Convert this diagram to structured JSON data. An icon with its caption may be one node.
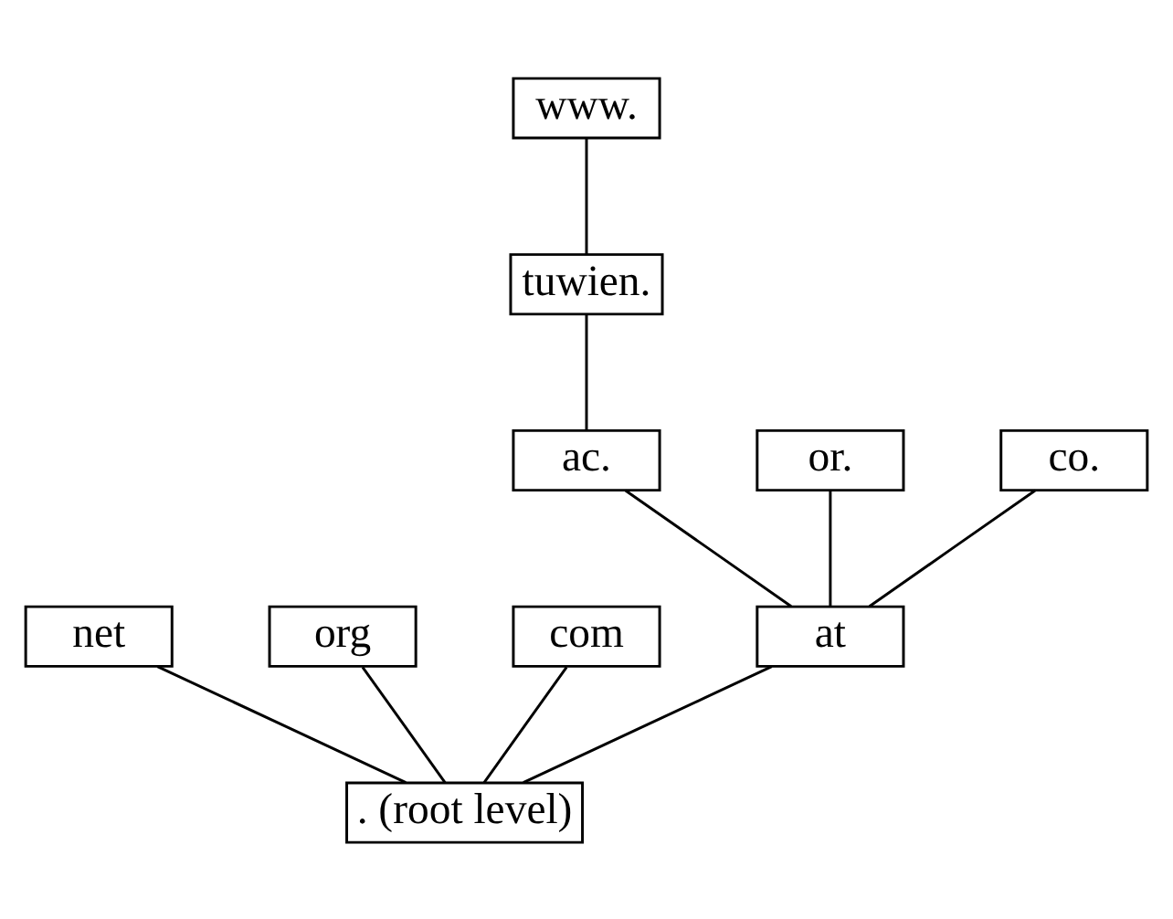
{
  "diagram": {
    "nodes": [
      {
        "text": [
          "www."
        ]
      },
      {
        "text": [
          "tuwien."
        ]
      },
      {
        "text": [
          "ac."
        ]
      },
      {
        "text": [
          "or."
        ]
      },
      {
        "text": [
          "co."
        ]
      },
      {
        "text": [
          "net"
        ]
      },
      {
        "text": [
          "org"
        ]
      },
      {
        "text": [
          "com"
        ]
      },
      {
        "text": [
          "at"
        ]
      },
      {
        "text": [
          ". (root level)"
        ]
      }
    ],
    "edges": [
      {
        "from": 9,
        "to": 5,
        "arrow": "none"
      },
      {
        "from": 9,
        "to": 6,
        "arrow": "none"
      },
      {
        "from": 9,
        "to": 7,
        "arrow": "none"
      },
      {
        "from": 9,
        "to": 8,
        "arrow": "none"
      },
      {
        "from": 8,
        "to": 2,
        "arrow": "none"
      },
      {
        "from": 8,
        "to": 3,
        "arrow": "none"
      },
      {
        "from": 8,
        "to": 4,
        "arrow": "none"
      },
      {
        "from": 2,
        "to": 1,
        "arrow": "none"
      },
      {
        "from": 1,
        "to": 0,
        "arrow": "none"
      }
    ]
  }
}
